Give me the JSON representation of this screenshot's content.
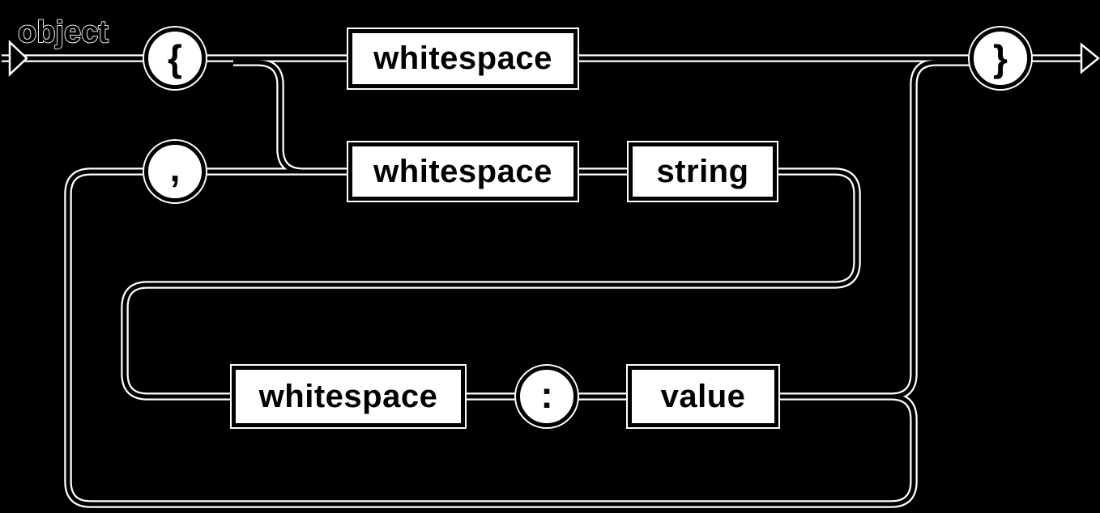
{
  "diagram": {
    "title": "object",
    "kind": "railroad-syntax-diagram"
  },
  "labels": {
    "title": "object",
    "open_brace": "{",
    "close_brace": "}",
    "comma": ",",
    "colon": ":",
    "whitespace_top": "whitespace",
    "whitespace_middle": "whitespace",
    "whitespace_bottom": "whitespace",
    "string": "string",
    "value": "value"
  },
  "colors": {
    "background": "#000000",
    "rail_core": "#000000",
    "rail_halo": "#ffffff",
    "node_fill": "#ffffff",
    "node_border": "#000000",
    "node_text": "#000000",
    "title_fill": "#000000",
    "title_outline": "#ffffff"
  }
}
